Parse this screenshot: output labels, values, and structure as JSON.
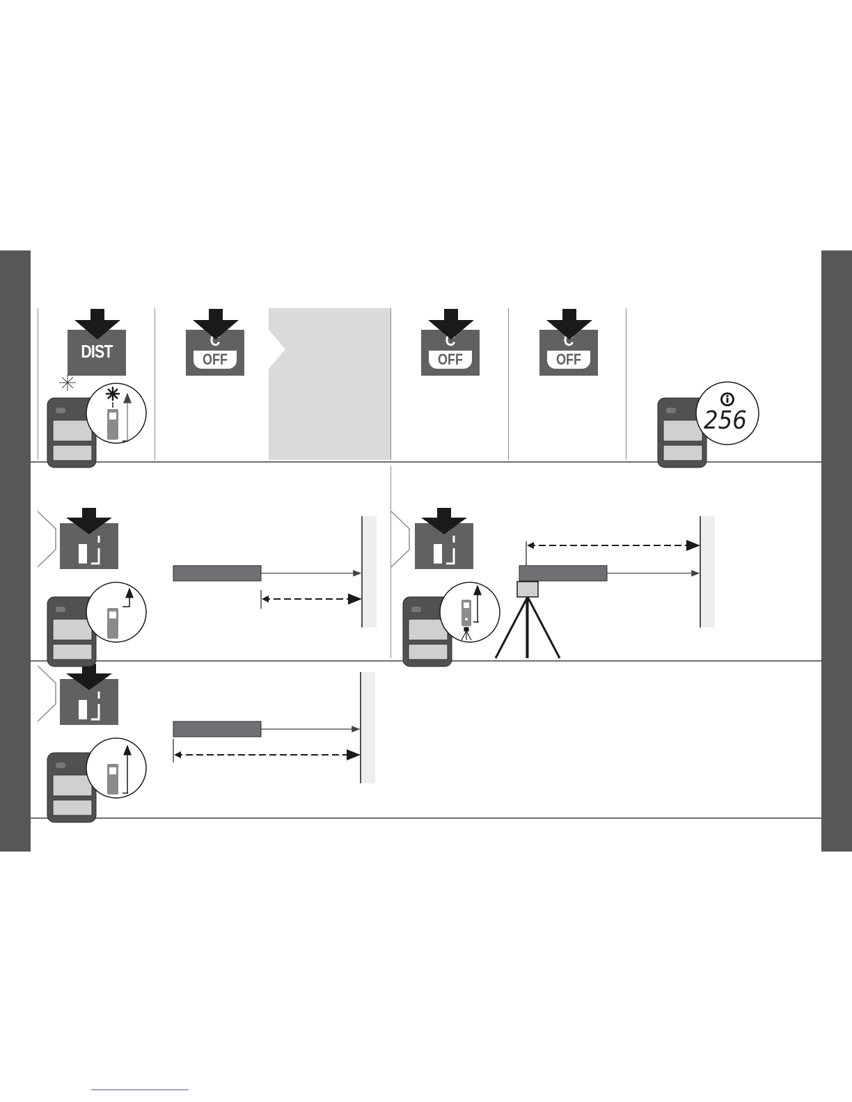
{
  "colors": {
    "side_bar": "#555759",
    "key_fill": "#5f6163",
    "grey_panel": "#d9dadb",
    "rule": "#6f7073",
    "wall": "#eeeeef",
    "ink": "#1a1a1a"
  },
  "keys": {
    "dist_label": "DIST",
    "clear_top": "C",
    "clear_bottom": "OFF"
  },
  "info_display": {
    "icon": "info-icon",
    "value": "256"
  },
  "icons": [
    "press-arrow-icon",
    "laser-star-icon",
    "device-icon",
    "tripod-icon",
    "rear-reference-icon"
  ]
}
